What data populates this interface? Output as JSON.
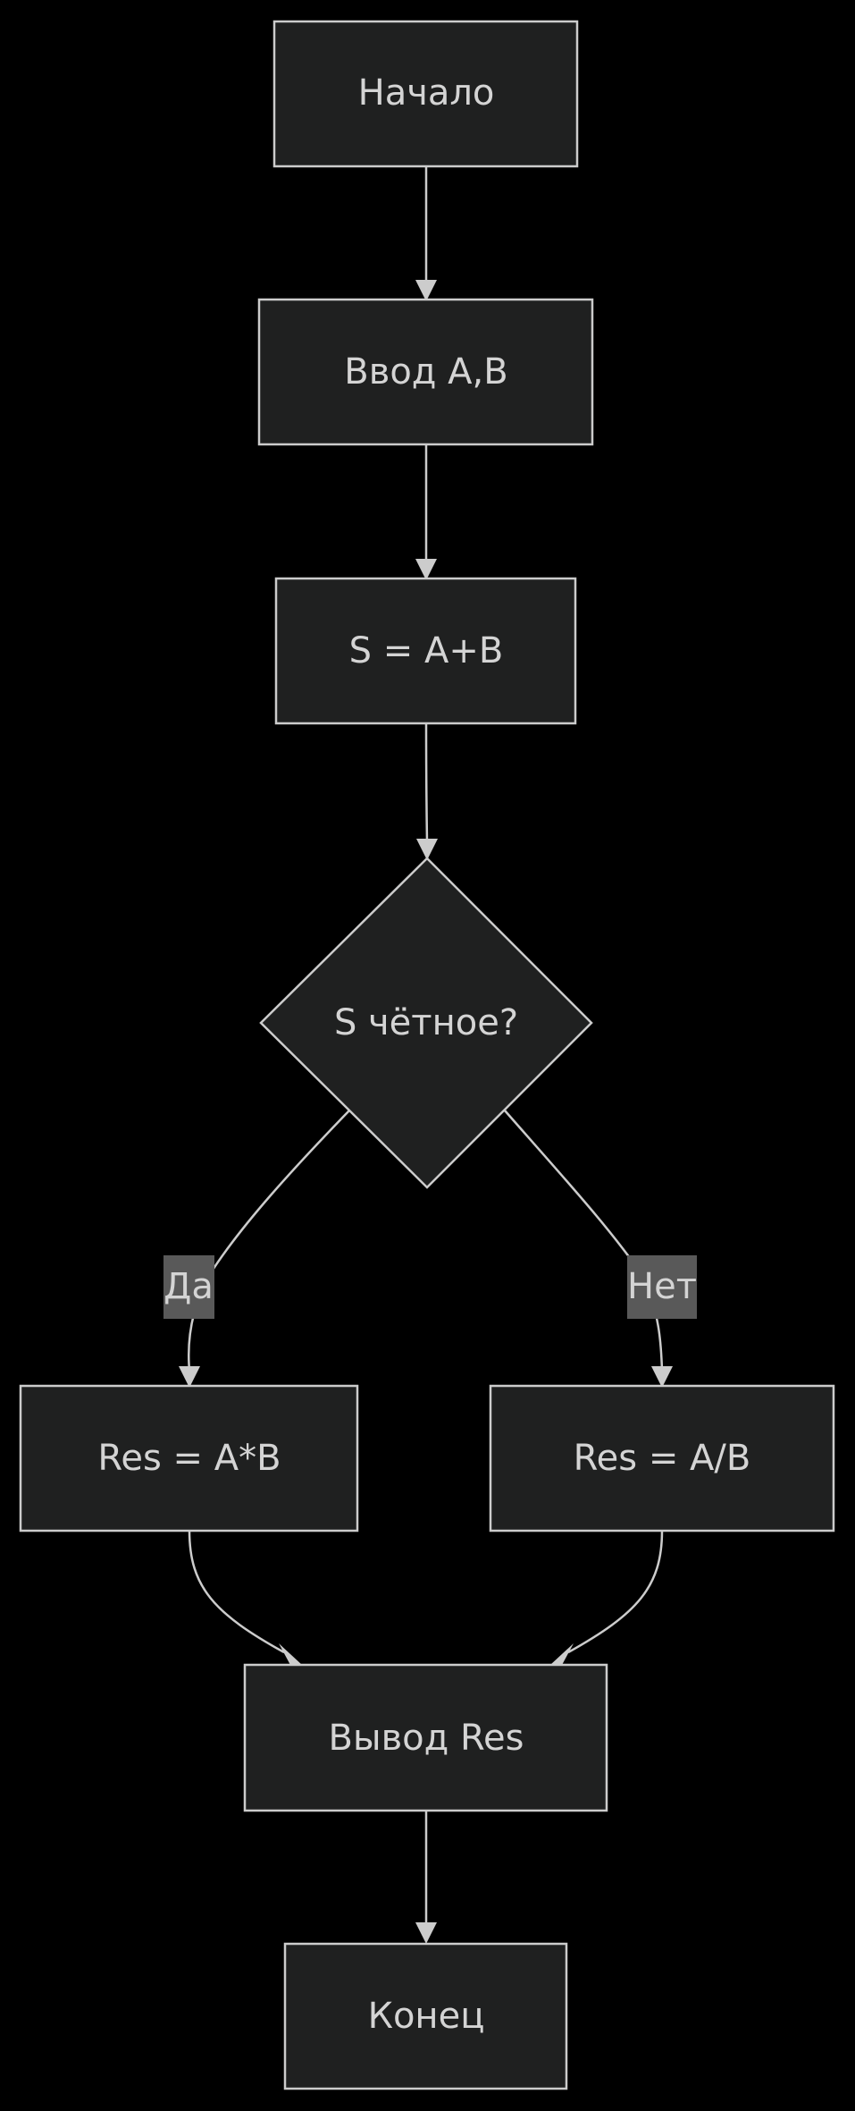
{
  "nodes": {
    "start": "Начало",
    "input": "Ввод A,B",
    "sum": "S = A+B",
    "decision": "S чётное?",
    "multiply": "Res = A*B",
    "divide": "Res = A/B",
    "output": "Вывод Res",
    "end": "Конец"
  },
  "edges": {
    "yes_label": "Да",
    "no_label": "Нет"
  }
}
